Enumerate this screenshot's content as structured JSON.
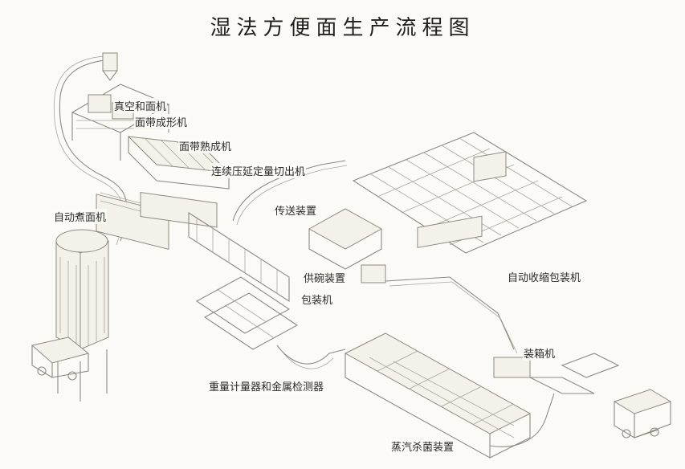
{
  "title": "湿法方便面生产流程图",
  "labels": {
    "vacuum_mixer": "真空和面机",
    "sheet_forming": "面带成形机",
    "sheet_maturing": "面带熟成机",
    "continuous_press_cut": "连续压延定量切出机",
    "auto_boiler": "自动煮面机",
    "conveyor": "传送装置",
    "bowl_feeder": "供碗装置",
    "packer": "包装机",
    "shrink_packer": "自动收缩包装机",
    "cartoner": "装箱机",
    "weigh_metal_detect": "重量计量器和金属检测器",
    "steam_sterilizer": "蒸汽杀菌装置"
  }
}
